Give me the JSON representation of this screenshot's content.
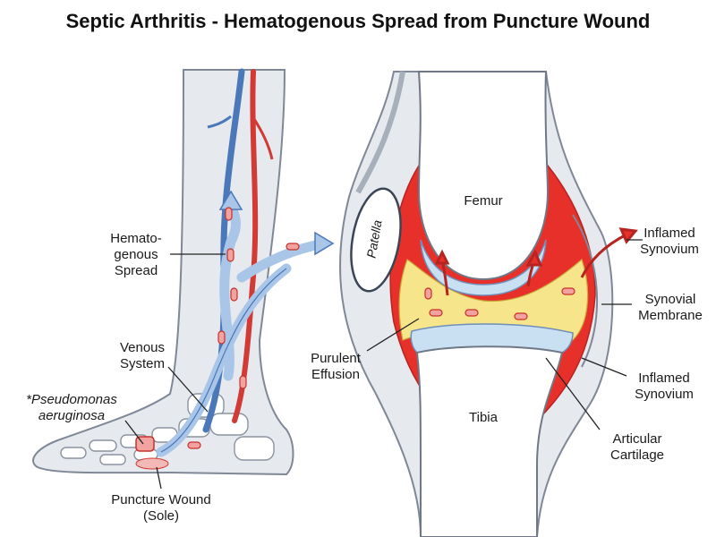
{
  "title": "Septic Arthritis - Hematogenous Spread from Puncture Wound",
  "labels": {
    "hematogenous_spread": [
      "Hemato-",
      "genous",
      "Spread"
    ],
    "venous_system": [
      "Venous",
      "System"
    ],
    "pathogen": [
      "*Pseudomonas",
      "aeruginosa"
    ],
    "puncture_wound": [
      "Puncture Wound",
      "(Sole)"
    ],
    "patella": "Patella",
    "femur": "Femur",
    "tibia": "Tibia",
    "purulent_effusion": [
      "Purulent",
      "Effusion"
    ],
    "inflamed_synovium_top": [
      "Inflamed",
      "Synovium"
    ],
    "synovial_membrane": [
      "Synovial",
      "Membrane"
    ],
    "inflamed_synovium_bottom": [
      "Inflamed",
      "Synovium"
    ],
    "articular_cartilage": [
      "Articular",
      "Cartilage"
    ]
  },
  "colors": {
    "vein": "#4a78b8",
    "artery": "#d23a35",
    "inflamed": "#e8302a",
    "effusion": "#f6e58a",
    "cartilage": "#c9dff2",
    "bone": "#ffffff",
    "skin": "#e6e9ee",
    "arrow": "#a9c6e8"
  }
}
